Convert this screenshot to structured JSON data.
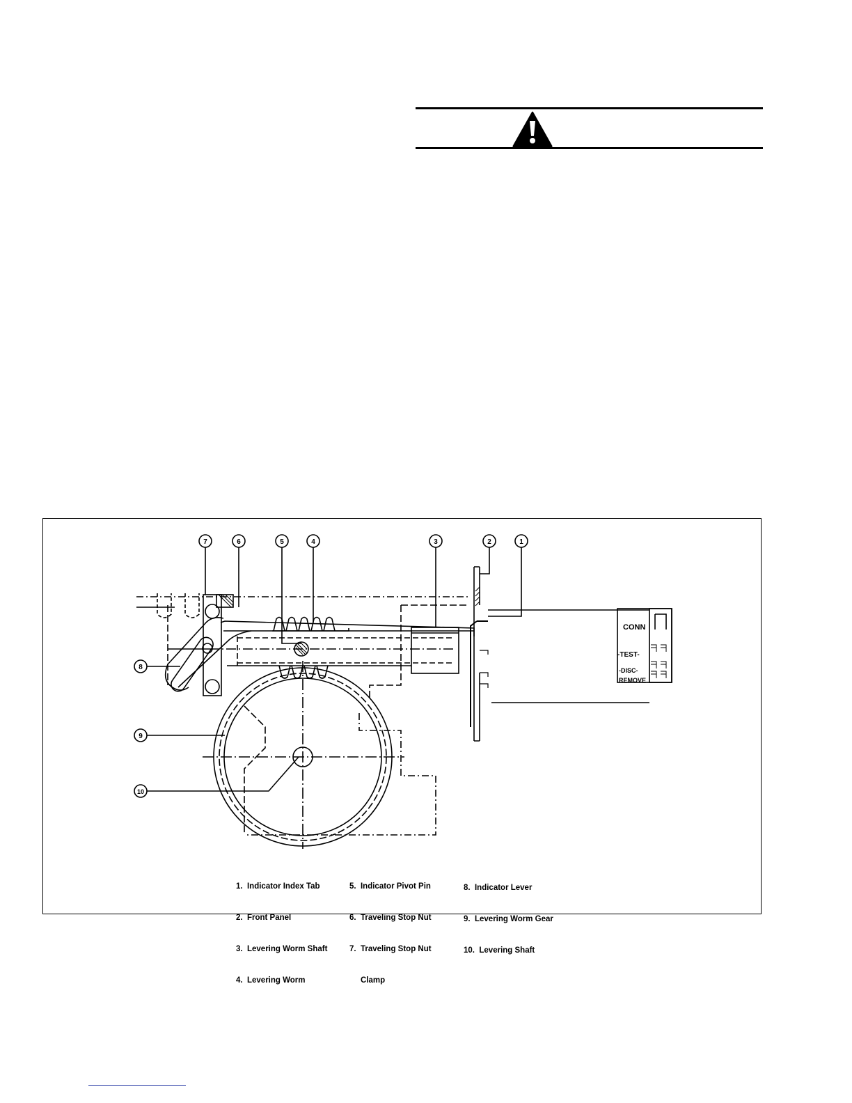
{
  "warning": {
    "icon": "warning-triangle-icon"
  },
  "figure": {
    "callouts": [
      "7",
      "6",
      "5",
      "4",
      "3",
      "2",
      "1",
      "8",
      "9",
      "10"
    ],
    "indicator_labels": [
      "CONN",
      "-TEST-",
      "-DISC-",
      "REMOVE"
    ],
    "legend": {
      "col1": [
        "1.  Indicator Index Tab",
        "2.  Front Panel",
        "3.  Levering Worm Shaft",
        "4.  Levering Worm"
      ],
      "col2": [
        "5.  Indicator Pivot Pin",
        "6.  Traveling Stop Nut",
        "7.  Traveling Stop Nut",
        "     Clamp"
      ],
      "col3": [
        "8.  Indicator Lever",
        "9.  Levering Worm Gear",
        "10.  Levering Shaft"
      ]
    }
  }
}
